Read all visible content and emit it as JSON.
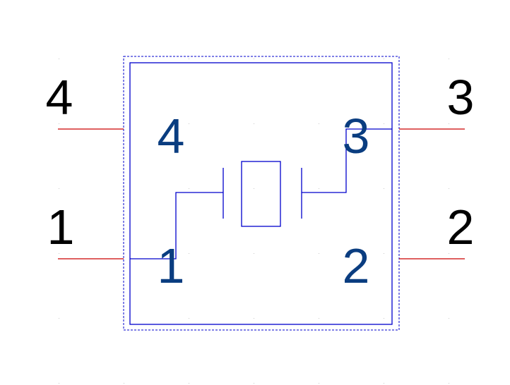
{
  "colors": {
    "background": "#ffffff",
    "body_outline": "#0000cc",
    "selection_outline": "#0000cc",
    "pin_wire": "#cc0000",
    "inner_wire": "#0000cc",
    "outer_pin_number": "#000000",
    "inner_pin_number": "#0a3d80",
    "grid_dot": "#c8c8c8"
  },
  "component": {
    "symbol": "crystal-resonator",
    "outer_pins": [
      {
        "id": "pin-4",
        "number": "4"
      },
      {
        "id": "pin-1",
        "number": "1"
      },
      {
        "id": "pin-3",
        "number": "3"
      },
      {
        "id": "pin-2",
        "number": "2"
      }
    ],
    "inner_pins": [
      {
        "id": "pin-4",
        "number": "4"
      },
      {
        "id": "pin-3",
        "number": "3"
      },
      {
        "id": "pin-1",
        "number": "1"
      },
      {
        "id": "pin-2",
        "number": "2"
      }
    ]
  }
}
